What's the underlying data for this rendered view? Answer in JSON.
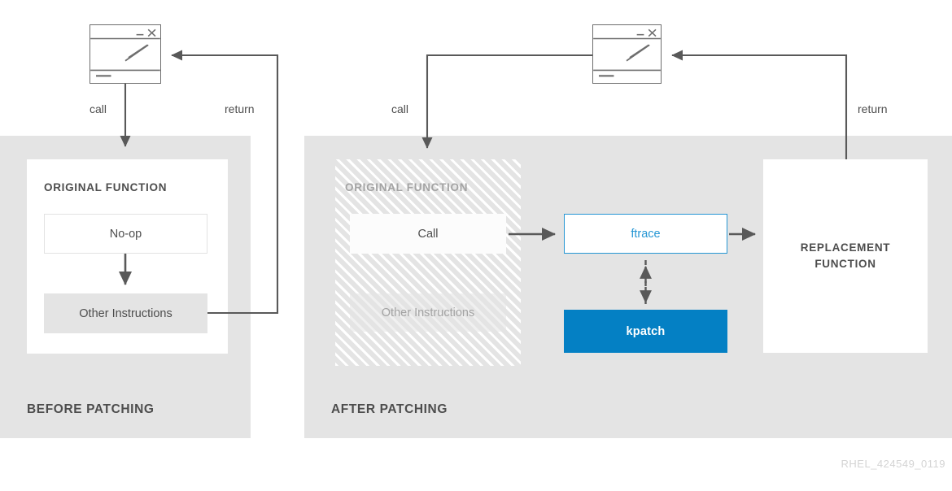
{
  "figure": {
    "id_caption": "RHEL_424549_0119"
  },
  "colors": {
    "panel_bg": "#e4e4e4",
    "page_bg": "#ffffff",
    "text_dark": "#4d4d4d",
    "text_muted": "#a3a3a3",
    "wire": "#595959",
    "ftrace_blue": "#2596d4",
    "kpatch_blue": "#0480c4",
    "caption_gray": "#d4d4d4"
  },
  "panels": {
    "before": {
      "caption": "BEFORE PATCHING",
      "original_function": {
        "title": "ORIGINAL FUNCTION",
        "blocks": [
          {
            "label": "No-op"
          },
          {
            "label": "Other Instructions"
          }
        ]
      },
      "edges": [
        {
          "label": "call",
          "from": "application-window",
          "to": "original-function"
        },
        {
          "label": "return",
          "from": "other-instructions",
          "to": "application-window"
        }
      ]
    },
    "after": {
      "caption": "AFTER PATCHING",
      "original_function": {
        "title": "ORIGINAL FUNCTION",
        "state": "patched-out",
        "blocks": [
          {
            "label": "Call"
          },
          {
            "label": "Other Instructions"
          }
        ]
      },
      "ftrace": {
        "label": "ftrace"
      },
      "kpatch": {
        "label": "kpatch"
      },
      "replacement_function": {
        "line1": "REPLACEMENT",
        "line2": "FUNCTION"
      },
      "edges": [
        {
          "label": "call",
          "from": "application-window",
          "to": "original-function"
        },
        {
          "label": "",
          "from": "call-block",
          "to": "ftrace"
        },
        {
          "label": "",
          "from": "ftrace",
          "to": "kpatch",
          "style": "dashed-bidirectional"
        },
        {
          "label": "",
          "from": "ftrace",
          "to": "replacement-function"
        },
        {
          "label": "return",
          "from": "replacement-function",
          "to": "application-window"
        }
      ]
    }
  },
  "window_glyph": {
    "minimize": "_",
    "close": "×"
  }
}
